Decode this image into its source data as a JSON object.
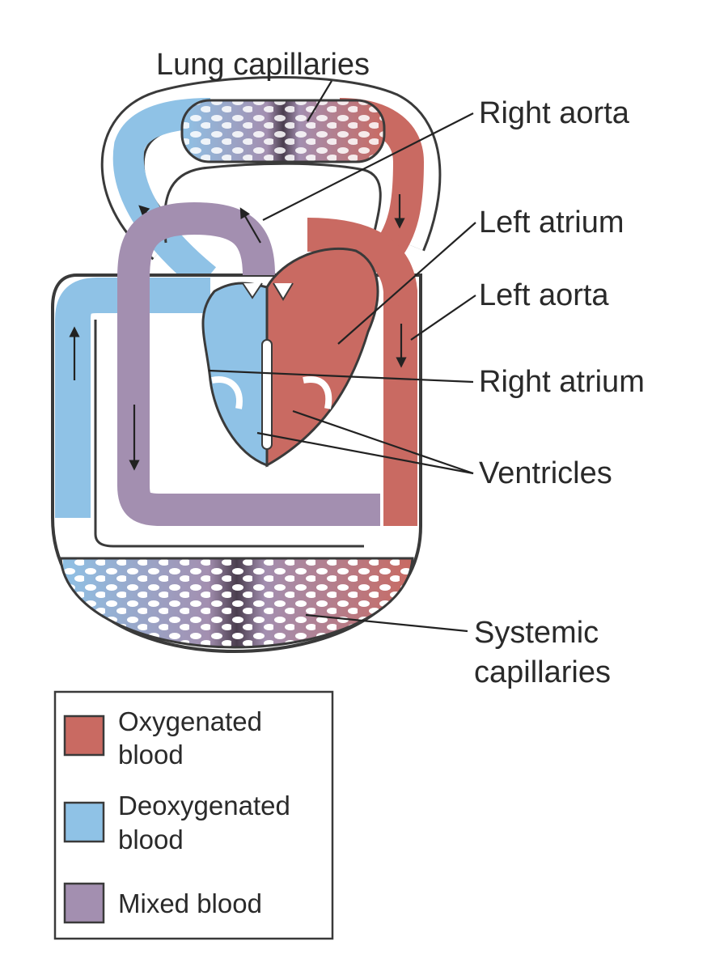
{
  "labels": {
    "lung_capillaries": "Lung capillaries",
    "right_aorta": "Right aorta",
    "left_atrium": "Left atrium",
    "left_aorta": "Left aorta",
    "right_atrium": "Right atrium",
    "ventricles": "Ventricles",
    "systemic_line1": "Systemic",
    "systemic_line2": "capillaries"
  },
  "legend": {
    "items": [
      {
        "line1": "Oxygenated",
        "line2": "blood",
        "color": "#c96a62"
      },
      {
        "line1": "Deoxygenated",
        "line2": "blood",
        "color": "#8fc2e6"
      },
      {
        "line1": "Mixed blood",
        "line2": "",
        "color": "#a38fb0"
      }
    ]
  },
  "colors": {
    "oxygenated": "#c96a62",
    "deoxygenated": "#8fc2e6",
    "mixed": "#a38fb0",
    "outline": "#3a3a3a"
  }
}
